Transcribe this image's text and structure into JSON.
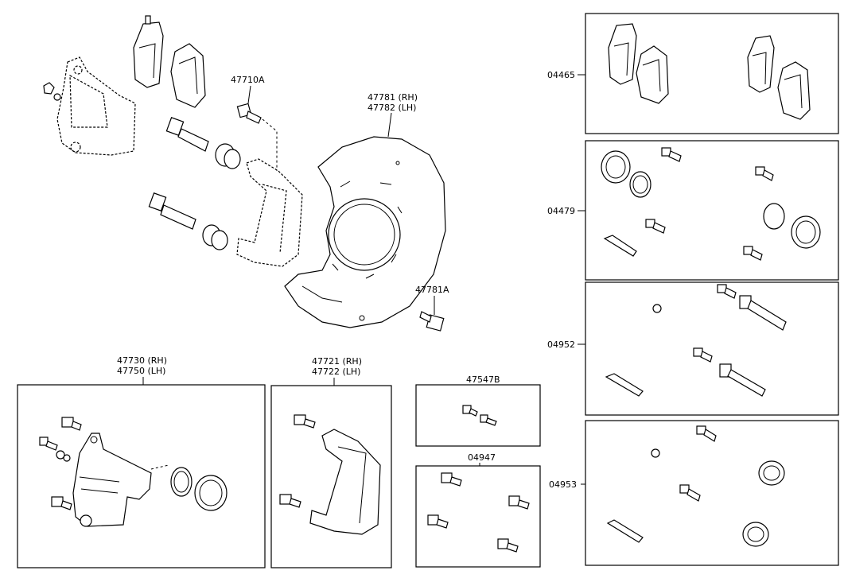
{
  "diagram": {
    "labels": {
      "pads_bolt": "47710A",
      "dust_cover_rh": "47781 (RH)",
      "dust_cover_lh": "47782 (LH)",
      "cover_bolt": "47781A",
      "cylinder_rh": "47730 (RH)",
      "cylinder_lh": "47750 (LH)",
      "mounting_rh": "47721 (RH)",
      "mounting_lh": "47722 (LH)",
      "bleeder_kit": "47547B",
      "bolt_kit": "04947",
      "pad_kit": "04465",
      "cylinder_kit": "04479",
      "support_kit": "04952",
      "boot_kit": "04953"
    }
  }
}
